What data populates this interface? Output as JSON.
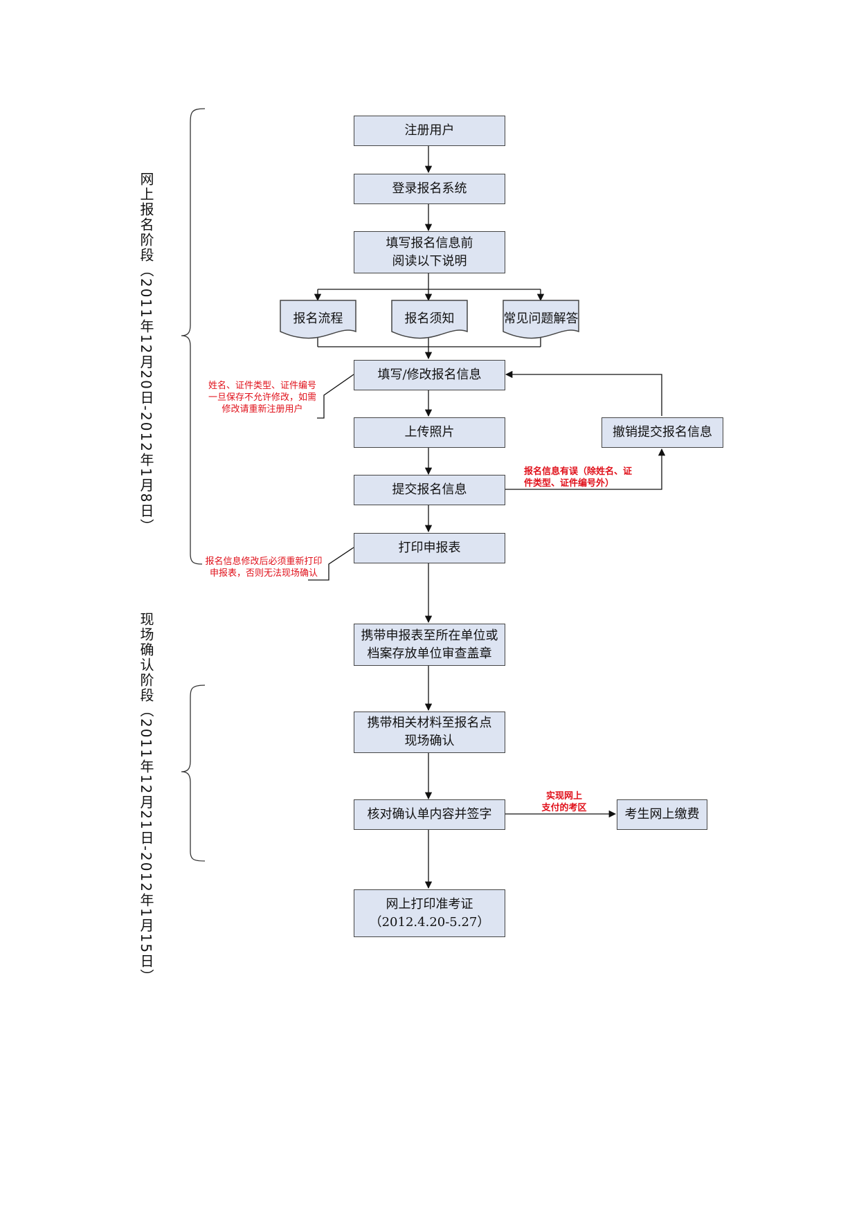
{
  "stages": {
    "online": "网上报名阶段（2011年12月20日-2012年1月8日）",
    "onsite": "现场确认阶段（2011年12月21日-2012年1月15日）"
  },
  "steps": {
    "register": "注册用户",
    "login": "登录报名系统",
    "read_l1": "填写报名信息前",
    "read_l2": "阅读以下说明",
    "doc_flow": "报名流程",
    "doc_notice": "报名须知",
    "doc_faq": "常见问题解答",
    "fill": "填写/修改报名信息",
    "upload": "上传照片",
    "submit": "提交报名信息",
    "print": "打印申报表",
    "revoke": "撤销提交报名信息",
    "carry_l1": "携带申报表至所在单位或",
    "carry_l2": "档案存放单位审查盖章",
    "confirm_l1": "携带相关材料至报名点",
    "confirm_l2": "现场确认",
    "verify": "核对确认单内容并签字",
    "pay": "考生网上缴费",
    "ticket_l1": "网上打印准考证",
    "ticket_l2": "（2012.4.20-5.27）"
  },
  "notes": {
    "fill_l1": "姓名、证件类型、证件编号",
    "fill_l2": "一旦保存不允许修改，如需",
    "fill_l3": "修改请重新注册用户",
    "error_l1": "报名信息有误（除姓名、证",
    "error_l2": "件类型、证件编号外）",
    "print_l1": "报名信息修改后必须重新打印",
    "print_l2": "申报表，否则无法现场确认",
    "pay_l1": "实现网上",
    "pay_l2": "支付的考区"
  },
  "colors": {
    "box_fill": "#dde4f2",
    "note_red": "#e0101a"
  }
}
